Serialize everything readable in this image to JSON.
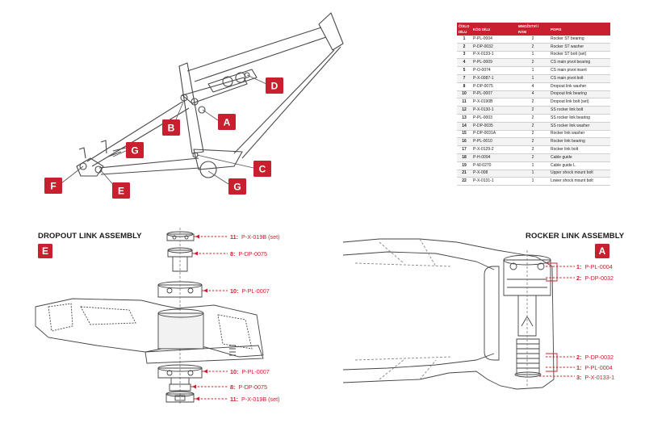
{
  "frame_callouts": [
    "A",
    "B",
    "C",
    "D",
    "E",
    "F",
    "G",
    "G"
  ],
  "table": {
    "headers": [
      "ČÍSLO DÍLU",
      "KÓD DÍLU",
      "MNOŽSTVÍ / RÁM",
      "POPIS"
    ],
    "rows": [
      [
        "1",
        "P-PL-0004",
        "2",
        "Rocker ST bearing"
      ],
      [
        "2",
        "P-DP-0032",
        "2",
        "Rocker ST washer"
      ],
      [
        "3",
        "P-X-0133-1",
        "1",
        "Rocker ST bolt (set)"
      ],
      [
        "4",
        "P-PL-0009",
        "2",
        "CS main pivot bearing"
      ],
      [
        "5",
        "P-O-0074",
        "1",
        "CS main pivot insert"
      ],
      [
        "7",
        "P-X-0087-1",
        "1",
        "CS main pivot bolt"
      ],
      [
        "8",
        "P-DP-0075",
        "4",
        "Dropout link washer"
      ],
      [
        "10",
        "P-PL-0007",
        "4",
        "Dropout link bearing"
      ],
      [
        "11",
        "P-X-0190B",
        "2",
        "Dropout link bolt (set)"
      ],
      [
        "12",
        "P-X-0130-1",
        "2",
        "SS rocker link bolt"
      ],
      [
        "13",
        "P-PL-0003",
        "2",
        "SS rocker link bearing"
      ],
      [
        "14",
        "P-DP-0035",
        "2",
        "SS rocker link washer"
      ],
      [
        "15",
        "P-DP-0031A",
        "2",
        "Rocker link washer"
      ],
      [
        "16",
        "P-PL-0010",
        "2",
        "Rocker link bearing"
      ],
      [
        "17",
        "P-X-0129-2",
        "2",
        "Rocker link bolt"
      ],
      [
        "18",
        "P-H-0094",
        "2",
        "Cable guide"
      ],
      [
        "19",
        "P-W-0270",
        "1",
        "Cable guide L"
      ],
      [
        "21",
        "P-X-008",
        "1",
        "Upper shock mount bolt"
      ],
      [
        "22",
        "P-X-0131-1",
        "1",
        "Lower shock mount bolt"
      ]
    ]
  },
  "dropout": {
    "title": "DROPOUT LINK ASSEMBLY",
    "badge": "E",
    "callouts": [
      {
        "num": "11:",
        "code": "P-X-019B (set)"
      },
      {
        "num": "8:",
        "code": "P-DP-0075"
      },
      {
        "num": "10:",
        "code": "P-PL-0007"
      },
      {
        "num": "10:",
        "code": "P-PL-0007"
      },
      {
        "num": "8:",
        "code": "P-DP-0075"
      },
      {
        "num": "11:",
        "code": "P-X-019B (set)"
      }
    ]
  },
  "rocker": {
    "title": "ROCKER LINK ASSEMBLY",
    "badge": "A",
    "callouts": [
      {
        "num": "1:",
        "code": "P-PL-0004"
      },
      {
        "num": "2:",
        "code": "P-DP-0032"
      },
      {
        "num": "2:",
        "code": "P-DP-0032"
      },
      {
        "num": "1:",
        "code": "P-PL-0004"
      },
      {
        "num": "3:",
        "code": "P-X-0133-1"
      }
    ]
  },
  "colors": {
    "accent": "#c8202e",
    "line": "#555555"
  }
}
